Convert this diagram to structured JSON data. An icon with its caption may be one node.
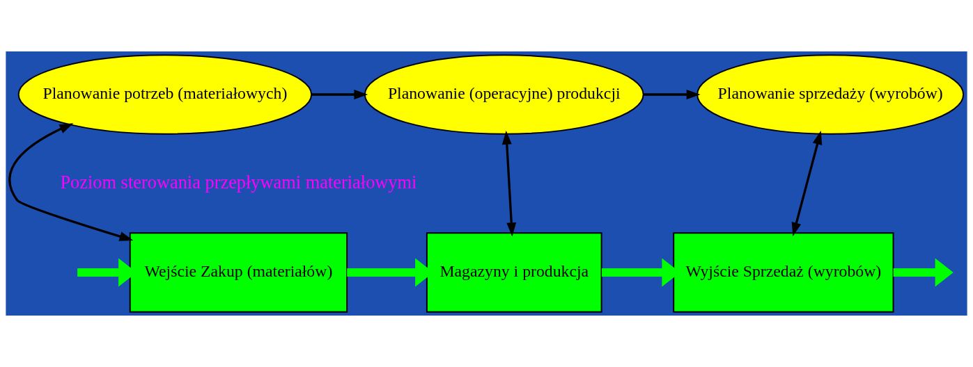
{
  "diagram": {
    "nodes": [
      {
        "text": [
          "Planowanie potrzeb (materiałowych)"
        ]
      },
      {
        "text": [
          "Planowanie (operacyjne) produkcji"
        ]
      },
      {
        "text": [
          "Planowanie sprzedaży (wyrobów)"
        ]
      },
      {
        "text": [
          "Wejście Zakup (materiałów)"
        ]
      },
      {
        "text": [
          "Magazyny i produkcja"
        ]
      },
      {
        "text": [
          "Wyjście Sprzedaż (wyrobów)"
        ]
      }
    ],
    "edges": [
      {
        "from": 0,
        "to": 1,
        "arrow": "to"
      },
      {
        "from": 1,
        "to": 2,
        "arrow": "to"
      },
      {
        "from": 0,
        "to": 3,
        "arrow": "both"
      },
      {
        "from": 1,
        "to": 4,
        "arrow": "both"
      },
      {
        "from": 2,
        "to": 5,
        "arrow": "both"
      },
      {
        "from": null,
        "to": 3,
        "arrow": "to",
        "style": "thick",
        "color": "#00ff00"
      },
      {
        "from": 3,
        "to": 4,
        "arrow": "to",
        "style": "thick",
        "color": "#00ff00"
      },
      {
        "from": 4,
        "to": 5,
        "arrow": "to",
        "style": "thick",
        "color": "#00ff00"
      },
      {
        "from": 5,
        "to": null,
        "arrow": "to",
        "style": "thick",
        "color": "#00ff00"
      }
    ],
    "labels": [
      "Poziom sterowania przepływami materiałowymi"
    ]
  }
}
